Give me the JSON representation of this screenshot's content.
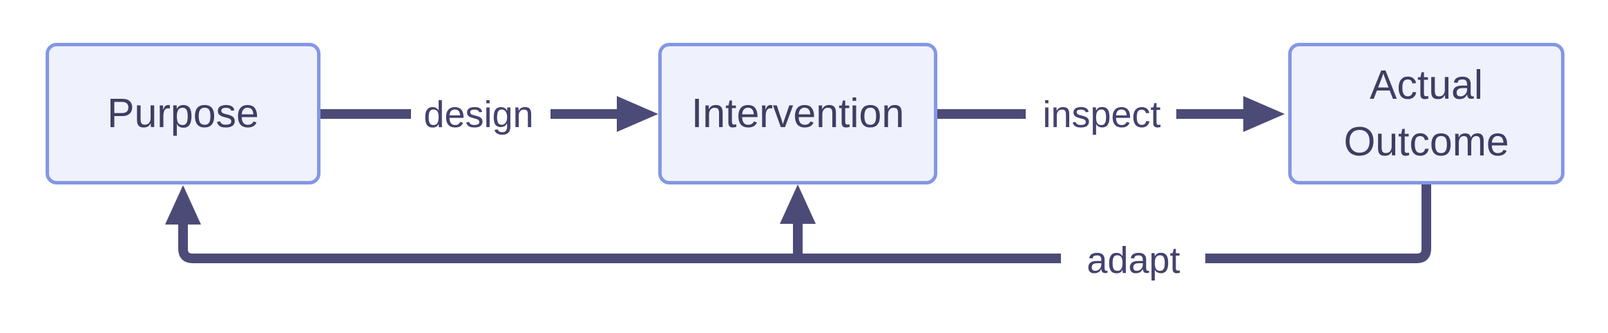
{
  "diagram": {
    "type": "flowchart-left-to-right",
    "background_color": "#ffffff",
    "node_fill_color": "#eff2fc",
    "node_border_color": "#8497e5",
    "node_text_color": "#3f3d63",
    "edge_line_color": "#4c4b77",
    "edge_label_color": "#44426e",
    "nodes": [
      {
        "id": "purpose",
        "label": "Purpose"
      },
      {
        "id": "intervention",
        "label": "Intervention"
      },
      {
        "id": "actual-outcome",
        "label": "Actual Outcome"
      }
    ],
    "edges": [
      {
        "from": "purpose",
        "to": "intervention",
        "label": "design"
      },
      {
        "from": "intervention",
        "to": "actual-outcome",
        "label": "inspect"
      },
      {
        "from": "actual-outcome",
        "to": "purpose-and-intervention",
        "label": "adapt"
      }
    ]
  }
}
